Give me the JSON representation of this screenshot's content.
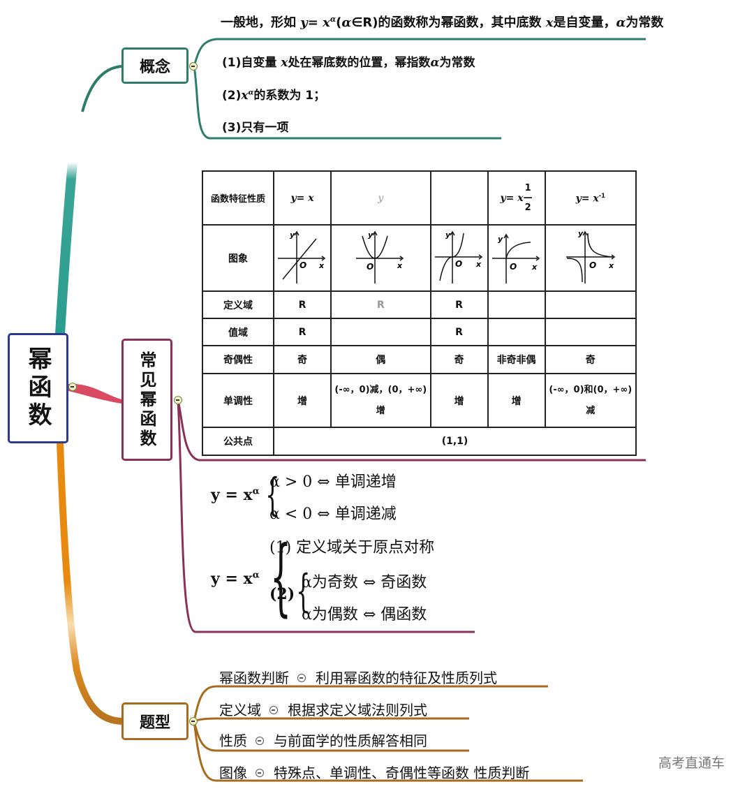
{
  "root": {
    "label": "幂函数",
    "color": "#2b3a8f"
  },
  "concept": {
    "label": "概念",
    "color": "#2e7d6b",
    "definition": "一般地，形如 y= xα(α∈R)的函数称为幂函数，其中底数 x是自变量，α为常数",
    "items": [
      "(1)自变量 x处在幂底数的位置，幂指数α为常数",
      "(2)xα的系数为 1；",
      "(3)只有一项"
    ]
  },
  "common": {
    "label": "常见幂函数",
    "color": "#8b3056",
    "table": {
      "header": [
        "函数特征性质",
        "y= x",
        "y",
        "",
        "y= x^(1/2)",
        "y= x^-1"
      ],
      "rows": [
        {
          "label": "图象",
          "cells": [
            "graph:y=x",
            "graph:y=x^2",
            "graph:y=x^3",
            "graph:y=x^(1/2)",
            "graph:y=x^-1"
          ]
        },
        {
          "label": "定义域",
          "cells": [
            "R",
            "R",
            "R",
            "",
            ""
          ]
        },
        {
          "label": "值域",
          "cells": [
            "R",
            "",
            "R",
            "",
            ""
          ]
        },
        {
          "label": "奇偶性",
          "cells": [
            "奇",
            "偶",
            "奇",
            "非奇非偶",
            "奇"
          ]
        },
        {
          "label": "单调性",
          "cells": [
            "增",
            "(-∞，0)减，(0，+∞)增",
            "增",
            "增",
            "(-∞，0)和(0，+∞)减"
          ]
        },
        {
          "label": "公共点",
          "cells": [
            "(1,1)"
          ]
        }
      ]
    },
    "monotonic": {
      "lhs": "y = xα",
      "cases": [
        "α > 0 ⇔ 单调递增",
        "α < 0 ⇔ 单调递减"
      ]
    },
    "parity": {
      "lhs": "y = xα",
      "case1": "(1) 定义域关于原点对称",
      "case2_label": "(2)",
      "case2": [
        "α为奇数 ⇔ 奇函数",
        "α为偶数 ⇔ 偶函数"
      ]
    }
  },
  "types": {
    "label": "题型",
    "color": "#a86a1e",
    "items": [
      {
        "name": "幂函数判断",
        "desc": "利用幂函数的特征及性质列式"
      },
      {
        "name": "定义域",
        "desc": "根据求定义域法则列式"
      },
      {
        "name": "性质",
        "desc": "与前面学的性质解答相同"
      },
      {
        "name": "图像",
        "desc": "特殊点、单调性、奇偶性等函数 性质判断"
      }
    ]
  },
  "watermark": "高考直通车"
}
